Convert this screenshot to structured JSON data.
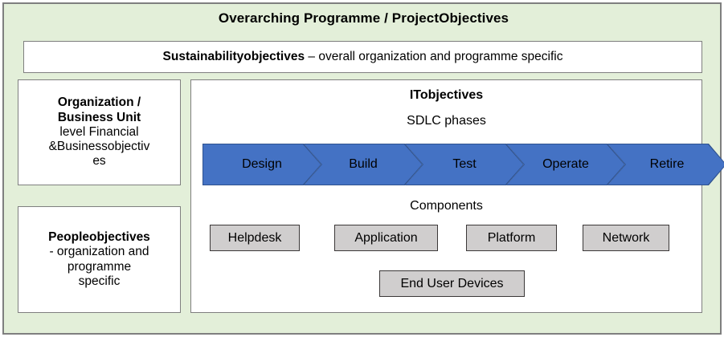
{
  "diagram": {
    "title": "Overarching Programme / ProjectObjectives",
    "colors": {
      "frame_background": "#e3efd9",
      "frame_border": "#7f7f7f",
      "panel_background": "#ffffff",
      "chevron_fill": "#4472c4",
      "chevron_outline": "#2f528f",
      "component_fill": "#d0cece",
      "component_border": "#3b3838"
    }
  },
  "sustainability": {
    "bold_text": "Sustainabilityobjectives",
    "rest_text": " – overall organization and programme specific"
  },
  "left_column": {
    "boxes": [
      {
        "name": "organization-business-unit",
        "title_lines": [
          "Organization /",
          "Business Unit"
        ],
        "body_lines": [
          "level Financial",
          "&Businessobjectiv",
          "es"
        ]
      },
      {
        "name": "people-objectives",
        "title_lines": [
          "Peopleobjectives"
        ],
        "body_lines": [
          "- organization and",
          "programme",
          "specific"
        ]
      }
    ]
  },
  "it_panel": {
    "title": "ITobjectives",
    "sdlc_label": "SDLC phases",
    "components_label": "Components",
    "sdlc_phases": [
      {
        "label": "Design"
      },
      {
        "label": "Build"
      },
      {
        "label": "Test"
      },
      {
        "label": "Operate"
      },
      {
        "label": "Retire"
      }
    ],
    "components_row1": [
      {
        "label": "Helpdesk"
      },
      {
        "label": "Application"
      },
      {
        "label": "Platform"
      },
      {
        "label": "Network"
      }
    ],
    "components_row2": [
      {
        "label": "End User Devices"
      }
    ]
  }
}
